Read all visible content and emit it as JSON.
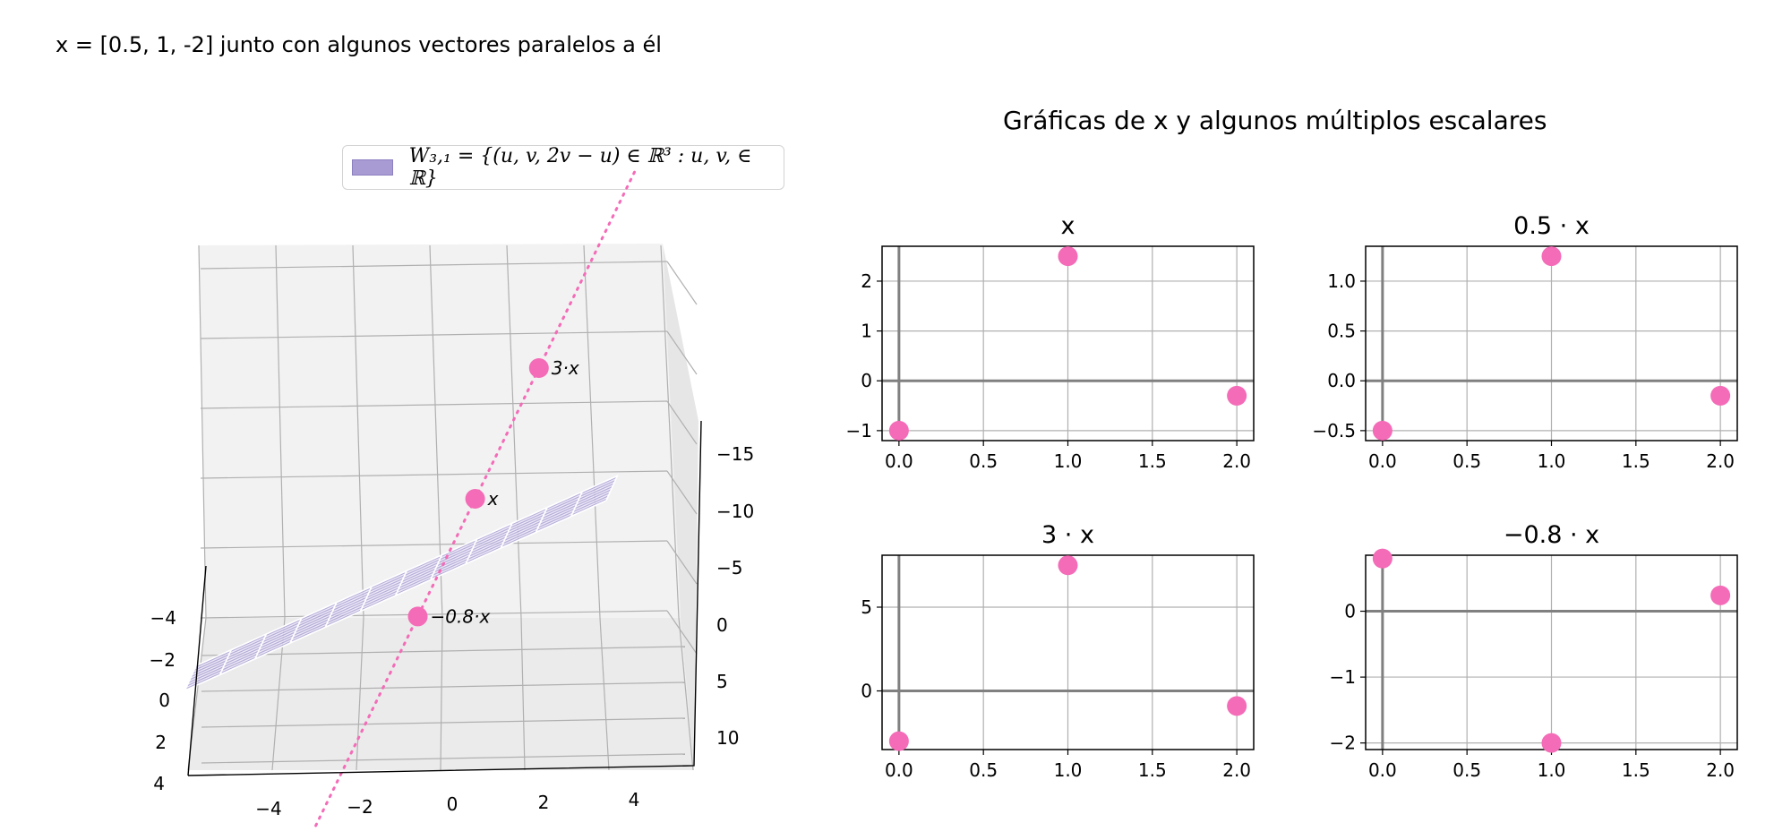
{
  "suptitle": "x = [0.5, 1, -2] junto con algunos vectores paralelos a él",
  "right_title": "Gráficas de x y algunos múltiplos escalares",
  "legend_label": "W₃,₁ = {(u, v, 2v − u) ∈ ℝ³ : u, v, ∈ ℝ}",
  "colors": {
    "point": "#f46bb7",
    "plane": "#a89bd3",
    "plane_edge": "#8c7fbf",
    "grid": "#b0b0b0",
    "zero_line": "#808080"
  },
  "chart_data": [
    {
      "type": "scatter3d",
      "title": "",
      "surface": {
        "label": "W₃,₁ = {(u, v, 2v − u) ∈ ℝ³ : u, v, ∈ ℝ}",
        "equation": "z = 2v − u"
      },
      "x_ticks": [
        "−4",
        "−2",
        "0",
        "2",
        "4"
      ],
      "y_ticks": [
        "−4",
        "−2",
        "0",
        "2",
        "4"
      ],
      "z_ticks": [
        "−15",
        "−10",
        "−5",
        "0",
        "5",
        "10"
      ],
      "points": [
        {
          "label": "x",
          "coords": [
            0.5,
            1,
            -2
          ]
        },
        {
          "label": "3·x",
          "coords": [
            1.5,
            3,
            -6
          ]
        },
        {
          "label": "−0.8·x",
          "coords": [
            -0.4,
            -0.8,
            1.6
          ]
        }
      ]
    },
    {
      "type": "scatter",
      "title": "x",
      "x": [
        0,
        1,
        2
      ],
      "y": [
        -1,
        2.5,
        -0.3
      ],
      "xlim": [
        -0.1,
        2.1
      ],
      "ylim": [
        -1.2,
        2.7
      ],
      "xticks": [
        "0.0",
        "0.5",
        "1.0",
        "1.5",
        "2.0"
      ],
      "yticks": [
        "−1",
        "0",
        "1",
        "2"
      ],
      "ytick_values": [
        -1,
        0,
        1,
        2
      ],
      "grid": true
    },
    {
      "type": "scatter",
      "title": "0.5 · x",
      "x": [
        0,
        1,
        2
      ],
      "y": [
        -0.5,
        1.25,
        -0.15
      ],
      "xlim": [
        -0.1,
        2.1
      ],
      "ylim": [
        -0.6,
        1.35
      ],
      "xticks": [
        "0.0",
        "0.5",
        "1.0",
        "1.5",
        "2.0"
      ],
      "yticks": [
        "−0.5",
        "0.0",
        "0.5",
        "1.0"
      ],
      "ytick_values": [
        -0.5,
        0,
        0.5,
        1.0
      ],
      "grid": true
    },
    {
      "type": "scatter",
      "title": "3 · x",
      "x": [
        0,
        1,
        2
      ],
      "y": [
        -3,
        7.5,
        -0.9
      ],
      "xlim": [
        -0.1,
        2.1
      ],
      "ylim": [
        -3.5,
        8.1
      ],
      "xticks": [
        "0.0",
        "0.5",
        "1.0",
        "1.5",
        "2.0"
      ],
      "yticks": [
        "0",
        "5"
      ],
      "ytick_values": [
        0,
        5
      ],
      "grid": true
    },
    {
      "type": "scatter",
      "title": "−0.8 · x",
      "x": [
        0,
        1,
        2
      ],
      "y": [
        0.8,
        -2.0,
        0.24
      ],
      "xlim": [
        -0.1,
        2.1
      ],
      "ylim": [
        -2.1,
        0.85
      ],
      "xticks": [
        "0.0",
        "0.5",
        "1.0",
        "1.5",
        "2.0"
      ],
      "yticks": [
        "−2",
        "−1",
        "0"
      ],
      "ytick_values": [
        -2,
        -1,
        0
      ],
      "grid": true
    }
  ]
}
